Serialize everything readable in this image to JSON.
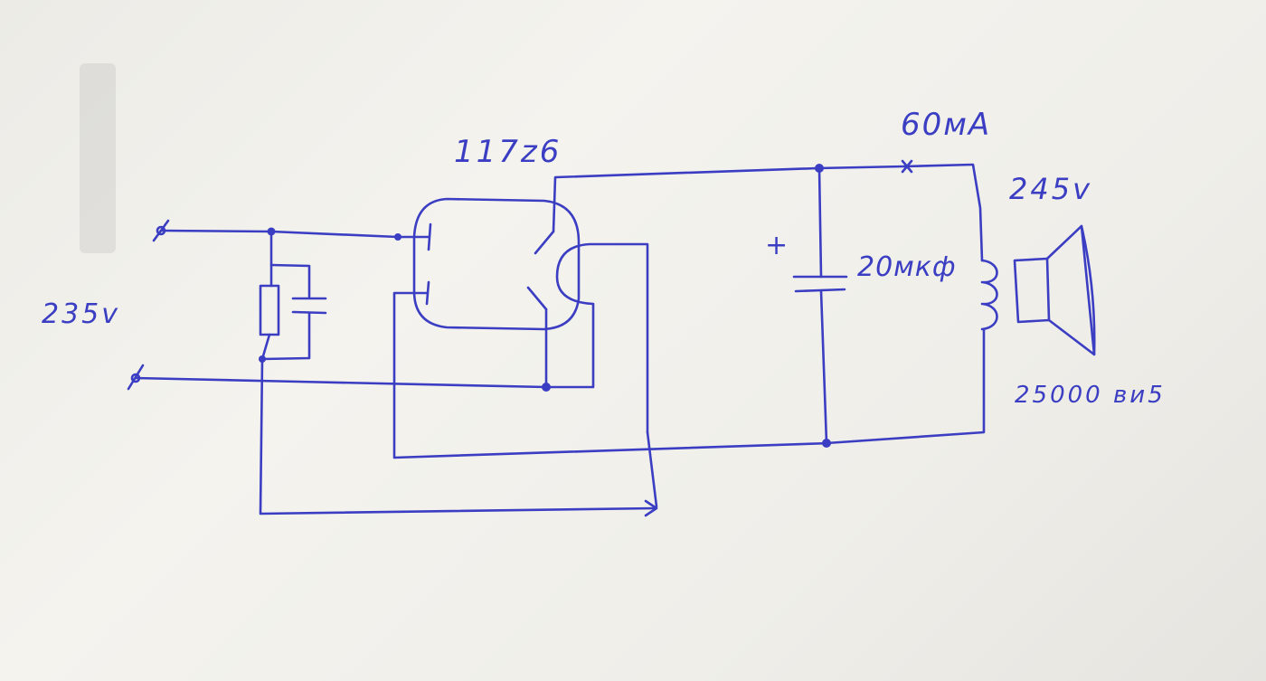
{
  "labels": {
    "tube": "117z6",
    "input_voltage": "235v",
    "current": "60мА",
    "output_voltage": "245v",
    "capacitor": "20мкф",
    "resistance": "25000 ви5",
    "polarity": "+"
  },
  "colors": {
    "ink": "#3b3ec2",
    "paper": "#f1f0eb"
  }
}
